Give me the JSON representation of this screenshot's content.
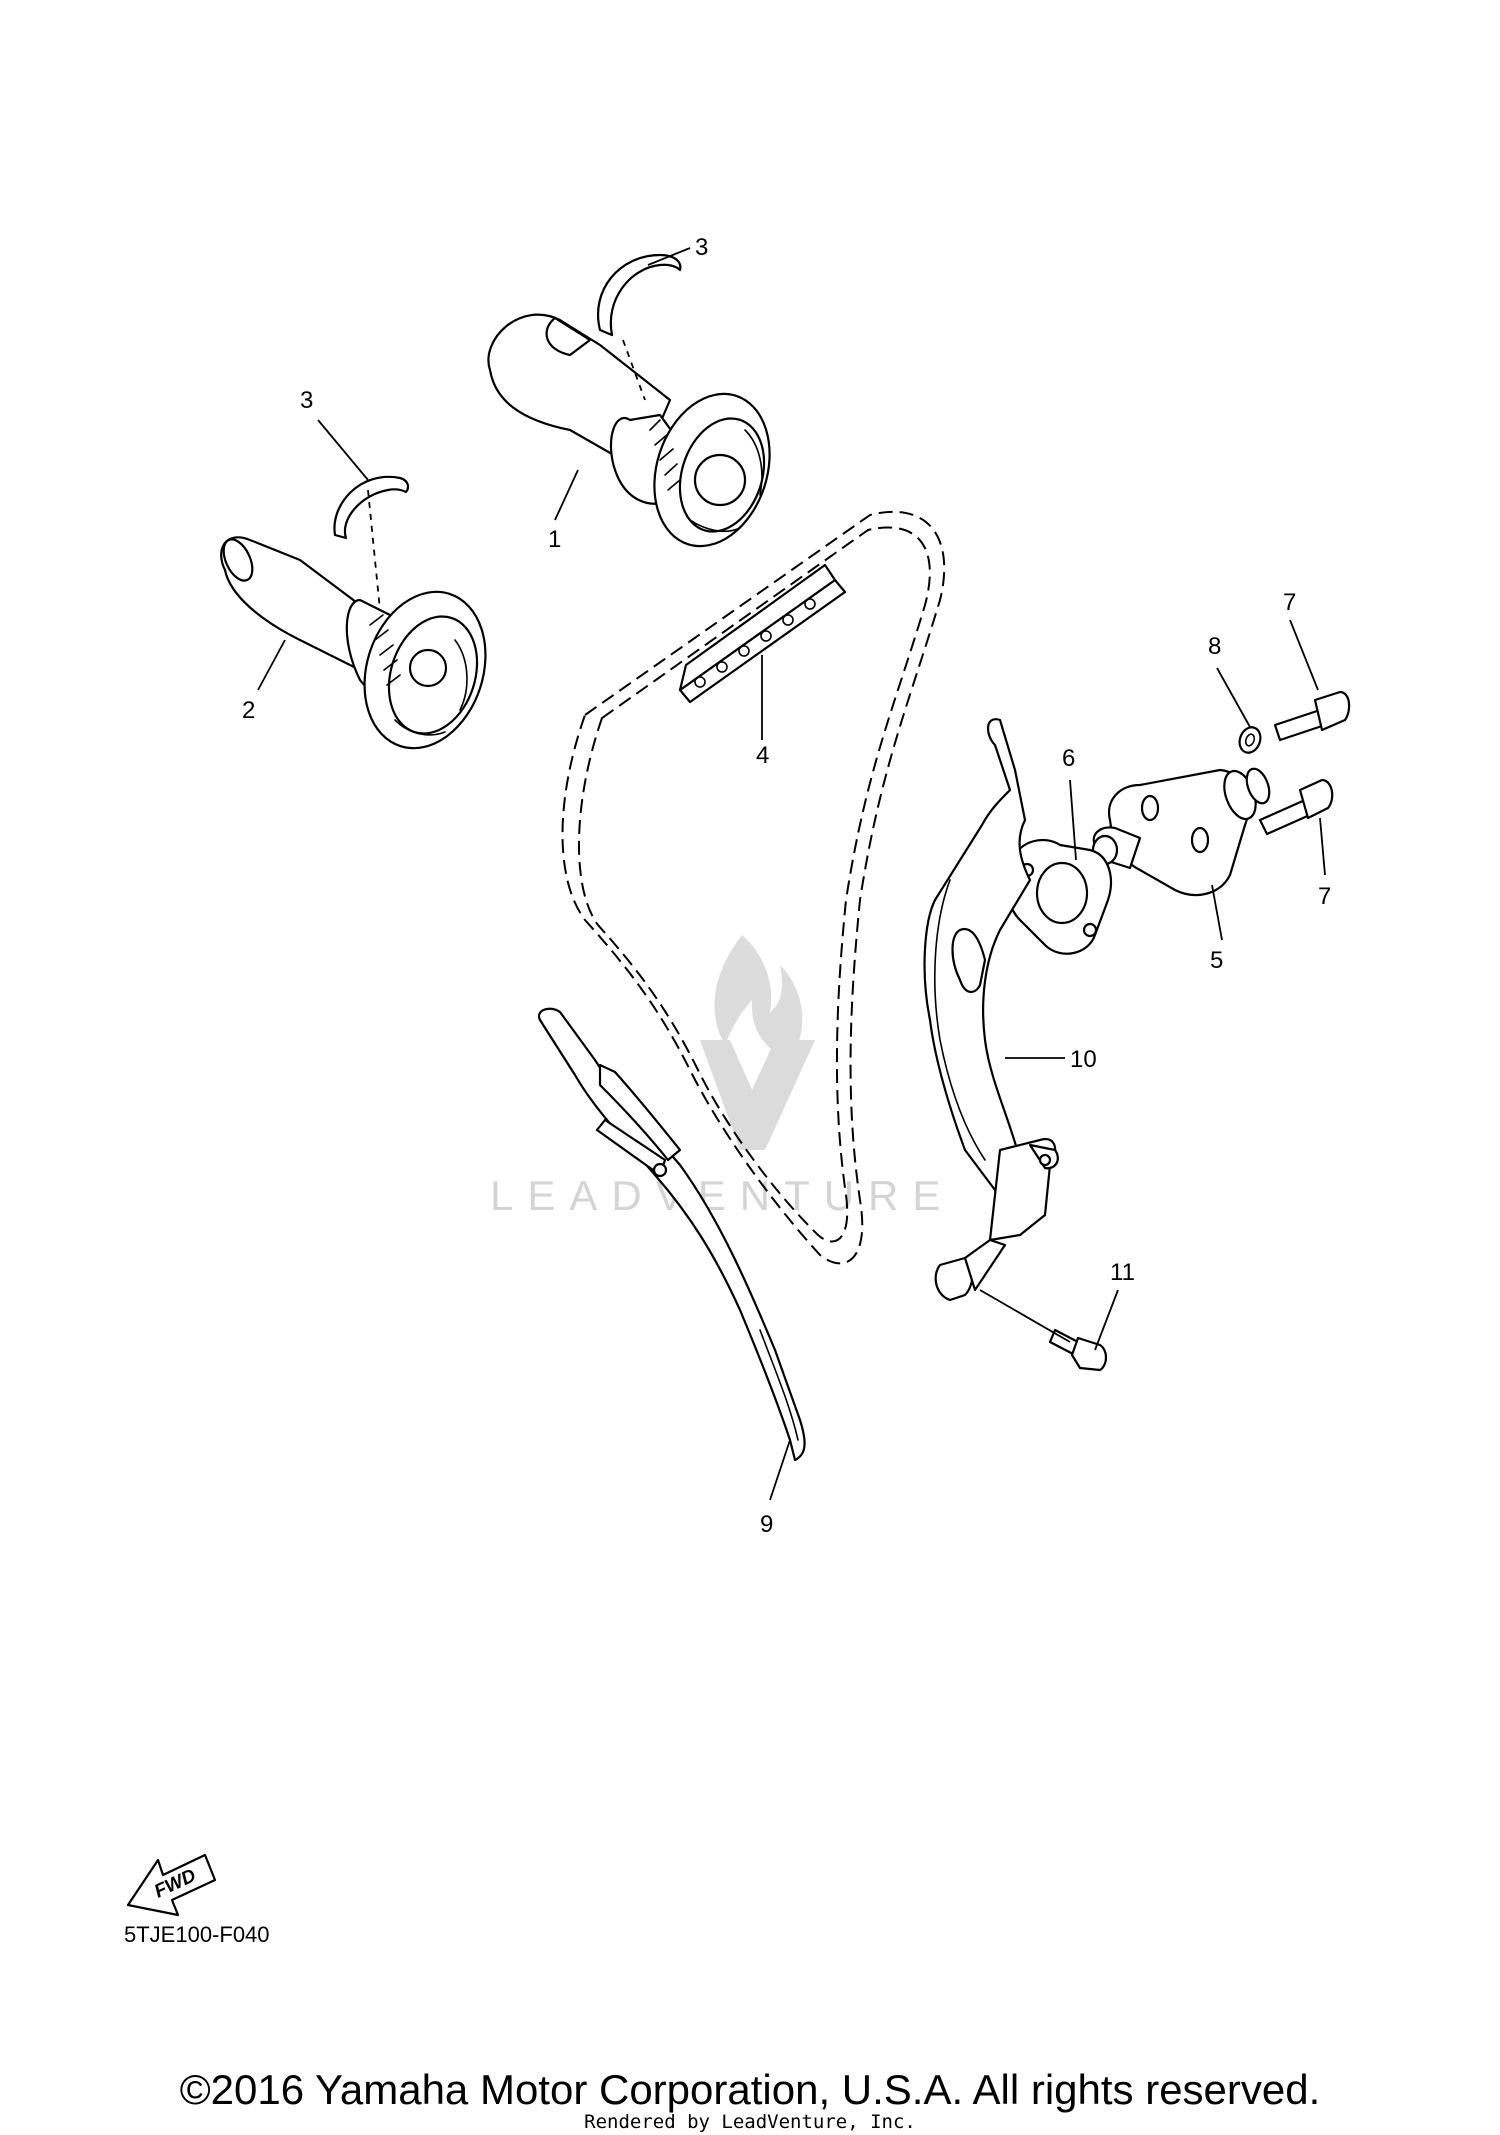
{
  "diagram_code": "5TJE100-F040",
  "fwd_label": "FWD",
  "copyright": "©2016 Yamaha Motor Corporation, U.S.A. All rights reserved.",
  "rendered_by": "Rendered by LeadVenture, Inc.",
  "watermark_text": "LEADVENTURE",
  "callouts": {
    "c1": "1",
    "c2": "2",
    "c3a": "3",
    "c3b": "3",
    "c4": "4",
    "c5": "5",
    "c6": "6",
    "c7a": "7",
    "c7b": "7",
    "c8": "8",
    "c9": "9",
    "c10": "10",
    "c11": "11"
  }
}
